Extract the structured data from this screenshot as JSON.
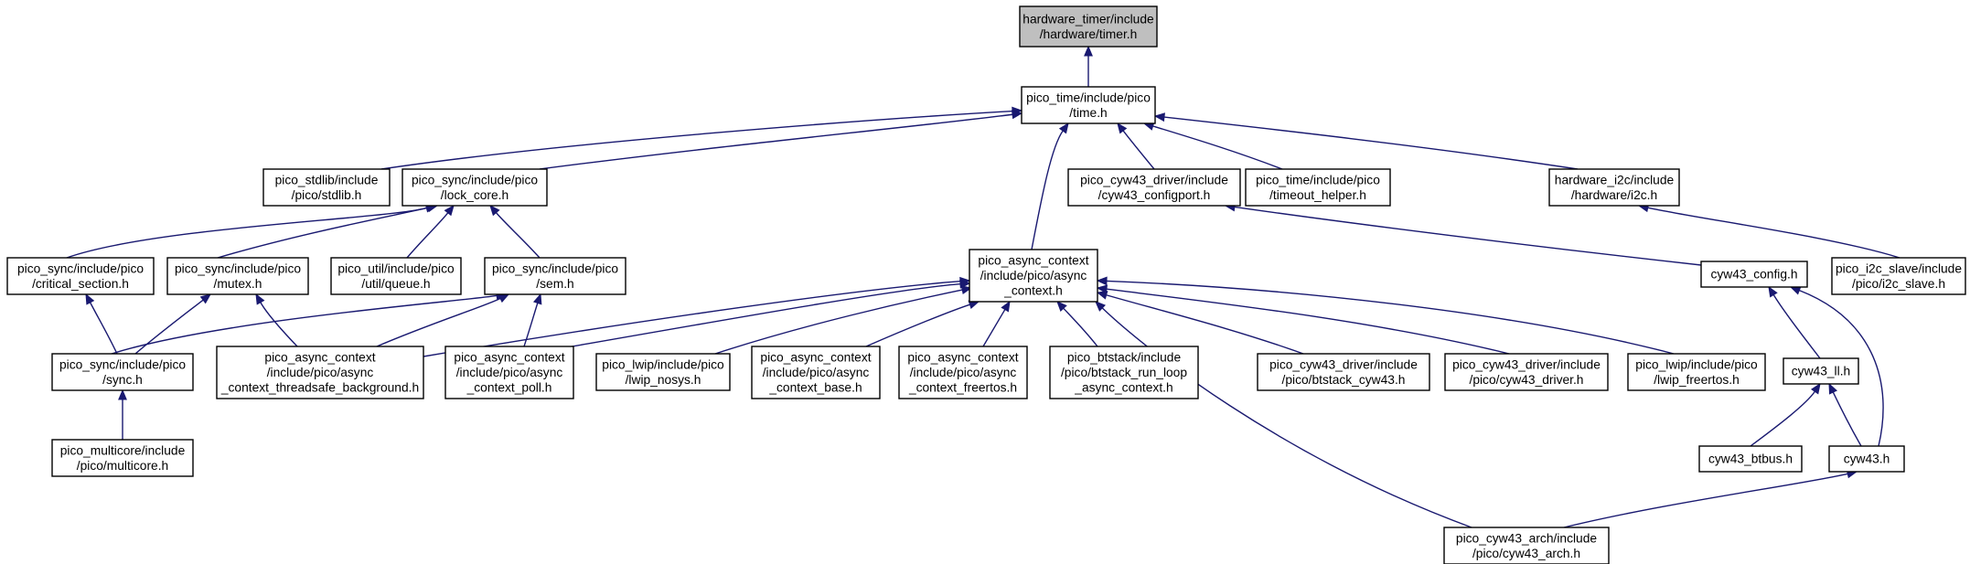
{
  "graph": {
    "edge_color": "#191970",
    "root_fill": "#bfbfbf",
    "nodes": {
      "timer": {
        "lines": [
          "hardware_timer/include",
          "/hardware/timer.h"
        ],
        "root": true
      },
      "time": {
        "lines": [
          "pico_time/include/pico",
          "/time.h"
        ]
      },
      "stdlib": {
        "lines": [
          "pico_stdlib/include",
          "/pico/stdlib.h"
        ]
      },
      "lock_core": {
        "lines": [
          "pico_sync/include/pico",
          "/lock_core.h"
        ]
      },
      "cyw43_configport": {
        "lines": [
          "pico_cyw43_driver/include",
          "/cyw43_configport.h"
        ]
      },
      "timeout_helper": {
        "lines": [
          "pico_time/include/pico",
          "/timeout_helper.h"
        ]
      },
      "i2c": {
        "lines": [
          "hardware_i2c/include",
          "/hardware/i2c.h"
        ]
      },
      "critical_section": {
        "lines": [
          "pico_sync/include/pico",
          "/critical_section.h"
        ]
      },
      "mutex": {
        "lines": [
          "pico_sync/include/pico",
          "/mutex.h"
        ]
      },
      "queue": {
        "lines": [
          "pico_util/include/pico",
          "/util/queue.h"
        ]
      },
      "sem": {
        "lines": [
          "pico_sync/include/pico",
          "/sem.h"
        ]
      },
      "async_context": {
        "lines": [
          "pico_async_context",
          "/include/pico/async",
          "_context.h"
        ]
      },
      "cyw43_config": {
        "lines": [
          "cyw43_config.h"
        ]
      },
      "i2c_slave": {
        "lines": [
          "pico_i2c_slave/include",
          "/pico/i2c_slave.h"
        ]
      },
      "sync": {
        "lines": [
          "pico_sync/include/pico",
          "/sync.h"
        ]
      },
      "ac_threadsafe": {
        "lines": [
          "pico_async_context",
          "/include/pico/async",
          "_context_threadsafe_background.h"
        ]
      },
      "ac_poll": {
        "lines": [
          "pico_async_context",
          "/include/pico/async",
          "_context_poll.h"
        ]
      },
      "lwip_nosys": {
        "lines": [
          "pico_lwip/include/pico",
          "/lwip_nosys.h"
        ]
      },
      "ac_base": {
        "lines": [
          "pico_async_context",
          "/include/pico/async",
          "_context_base.h"
        ]
      },
      "ac_freertos": {
        "lines": [
          "pico_async_context",
          "/include/pico/async",
          "_context_freertos.h"
        ]
      },
      "btstack_run_loop": {
        "lines": [
          "pico_btstack/include",
          "/pico/btstack_run_loop",
          "_async_context.h"
        ]
      },
      "btstack_cyw43": {
        "lines": [
          "pico_cyw43_driver/include",
          "/pico/btstack_cyw43.h"
        ]
      },
      "cyw43_driver": {
        "lines": [
          "pico_cyw43_driver/include",
          "/pico/cyw43_driver.h"
        ]
      },
      "lwip_freertos": {
        "lines": [
          "pico_lwip/include/pico",
          "/lwip_freertos.h"
        ]
      },
      "cyw43_ll": {
        "lines": [
          "cyw43_ll.h"
        ]
      },
      "multicore": {
        "lines": [
          "pico_multicore/include",
          "/pico/multicore.h"
        ]
      },
      "cyw43_btbus": {
        "lines": [
          "cyw43_btbus.h"
        ]
      },
      "cyw43": {
        "lines": [
          "cyw43.h"
        ]
      },
      "cyw43_arch": {
        "lines": [
          "pico_cyw43_arch/include",
          "/pico/cyw43_arch.h"
        ]
      }
    },
    "edges": [
      {
        "from": "time",
        "to": "timer"
      },
      {
        "from": "stdlib",
        "to": "time"
      },
      {
        "from": "lock_core",
        "to": "time"
      },
      {
        "from": "async_context",
        "to": "time"
      },
      {
        "from": "cyw43_configport",
        "to": "time"
      },
      {
        "from": "timeout_helper",
        "to": "time"
      },
      {
        "from": "i2c",
        "to": "time"
      },
      {
        "from": "critical_section",
        "to": "lock_core"
      },
      {
        "from": "mutex",
        "to": "lock_core"
      },
      {
        "from": "queue",
        "to": "lock_core"
      },
      {
        "from": "sem",
        "to": "lock_core"
      },
      {
        "from": "cyw43_config",
        "to": "cyw43_configport"
      },
      {
        "from": "i2c_slave",
        "to": "i2c"
      },
      {
        "from": "sync",
        "to": "critical_section"
      },
      {
        "from": "sync",
        "to": "mutex"
      },
      {
        "from": "ac_threadsafe",
        "to": "mutex"
      },
      {
        "from": "sync",
        "to": "sem"
      },
      {
        "from": "ac_threadsafe",
        "to": "sem"
      },
      {
        "from": "ac_poll",
        "to": "sem"
      },
      {
        "from": "multicore",
        "to": "sync"
      },
      {
        "from": "ac_threadsafe",
        "to": "async_context"
      },
      {
        "from": "ac_poll",
        "to": "async_context"
      },
      {
        "from": "lwip_nosys",
        "to": "async_context"
      },
      {
        "from": "ac_base",
        "to": "async_context"
      },
      {
        "from": "ac_freertos",
        "to": "async_context"
      },
      {
        "from": "btstack_run_loop",
        "to": "async_context"
      },
      {
        "from": "btstack_cyw43",
        "to": "async_context"
      },
      {
        "from": "cyw43_driver",
        "to": "async_context"
      },
      {
        "from": "lwip_freertos",
        "to": "async_context"
      },
      {
        "from": "cyw43_arch",
        "to": "async_context"
      },
      {
        "from": "cyw43_ll",
        "to": "cyw43_config"
      },
      {
        "from": "cyw43",
        "to": "cyw43_config"
      },
      {
        "from": "cyw43_btbus",
        "to": "cyw43_ll"
      },
      {
        "from": "cyw43",
        "to": "cyw43_ll"
      },
      {
        "from": "cyw43_arch",
        "to": "cyw43"
      }
    ]
  }
}
